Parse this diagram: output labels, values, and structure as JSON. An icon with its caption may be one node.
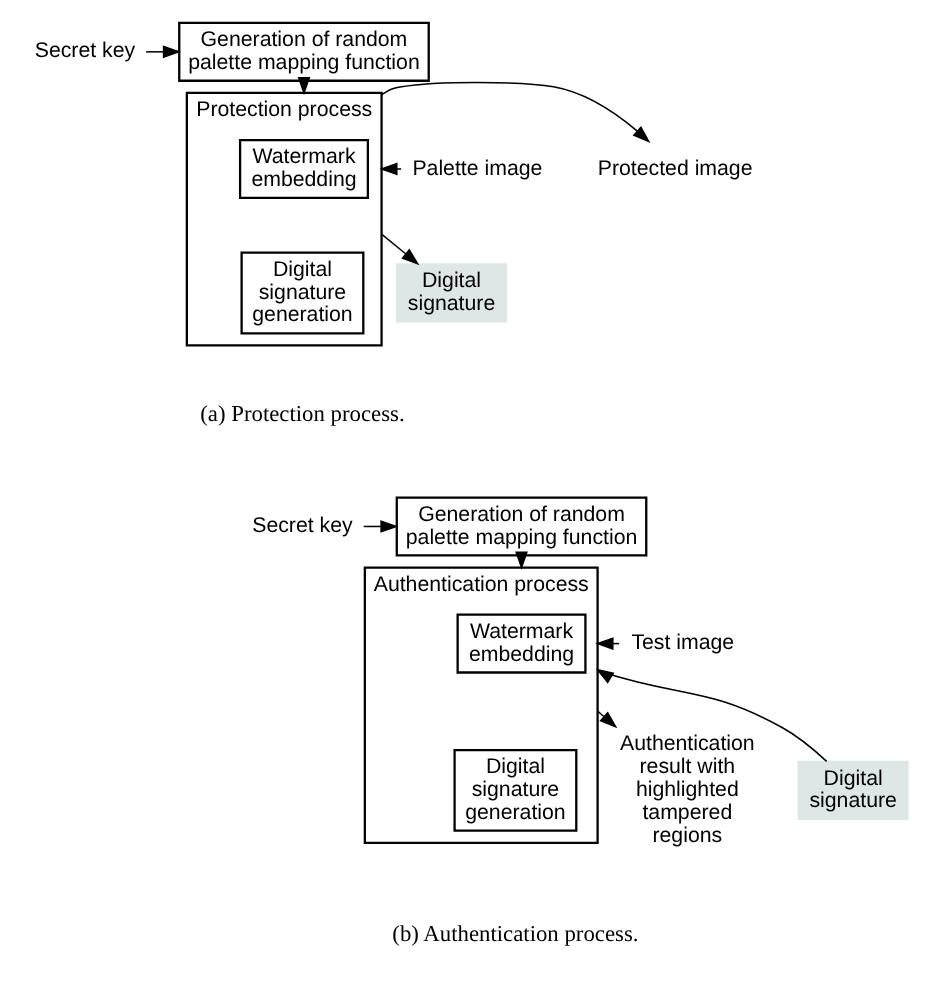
{
  "diagram": {
    "nodes": [
      {
        "text": [
          "Secret key"
        ]
      },
      {
        "text": [
          "Generation of random palette mapping function"
        ]
      },
      {
        "text": [
          "Protection process"
        ]
      },
      {
        "text": [
          "Watermark embedding"
        ],
        "in": 2
      },
      {
        "text": [
          "Digital signature generation"
        ],
        "in": 2
      },
      {
        "text": [
          "Palette image"
        ]
      },
      {
        "text": [
          "Protected image"
        ]
      },
      {
        "text": [
          "Digital signature"
        ]
      },
      {
        "text": [
          "Secret key"
        ]
      },
      {
        "text": [
          "Generation of random palette mapping function"
        ]
      },
      {
        "text": [
          "Authentication process"
        ]
      },
      {
        "text": [
          "Watermark embedding"
        ],
        "in": 10
      },
      {
        "text": [
          "Digital signature generation"
        ],
        "in": 10
      },
      {
        "text": [
          "Test image"
        ]
      },
      {
        "text": [
          "Digital signature"
        ]
      },
      {
        "text": [
          "Authentication result with highlighted tampered regions"
        ]
      }
    ],
    "edges": [
      {
        "from": 0,
        "to": 1,
        "arrow": "to"
      },
      {
        "from": 1,
        "to": 2,
        "arrow": "to"
      },
      {
        "from": 5,
        "to": 2,
        "arrow": "to"
      },
      {
        "from": 2,
        "to": 6,
        "arrow": "to"
      },
      {
        "from": 2,
        "to": 7,
        "arrow": "to"
      },
      {
        "from": 8,
        "to": 9,
        "arrow": "to"
      },
      {
        "from": 9,
        "to": 10,
        "arrow": "to"
      },
      {
        "from": 13,
        "to": 10,
        "arrow": "to"
      },
      {
        "from": 14,
        "to": 10,
        "arrow": "to"
      },
      {
        "from": 10,
        "to": 15,
        "arrow": "to"
      }
    ],
    "labels": [
      "(a) Protection process.",
      "(b) Authentication process."
    ]
  }
}
